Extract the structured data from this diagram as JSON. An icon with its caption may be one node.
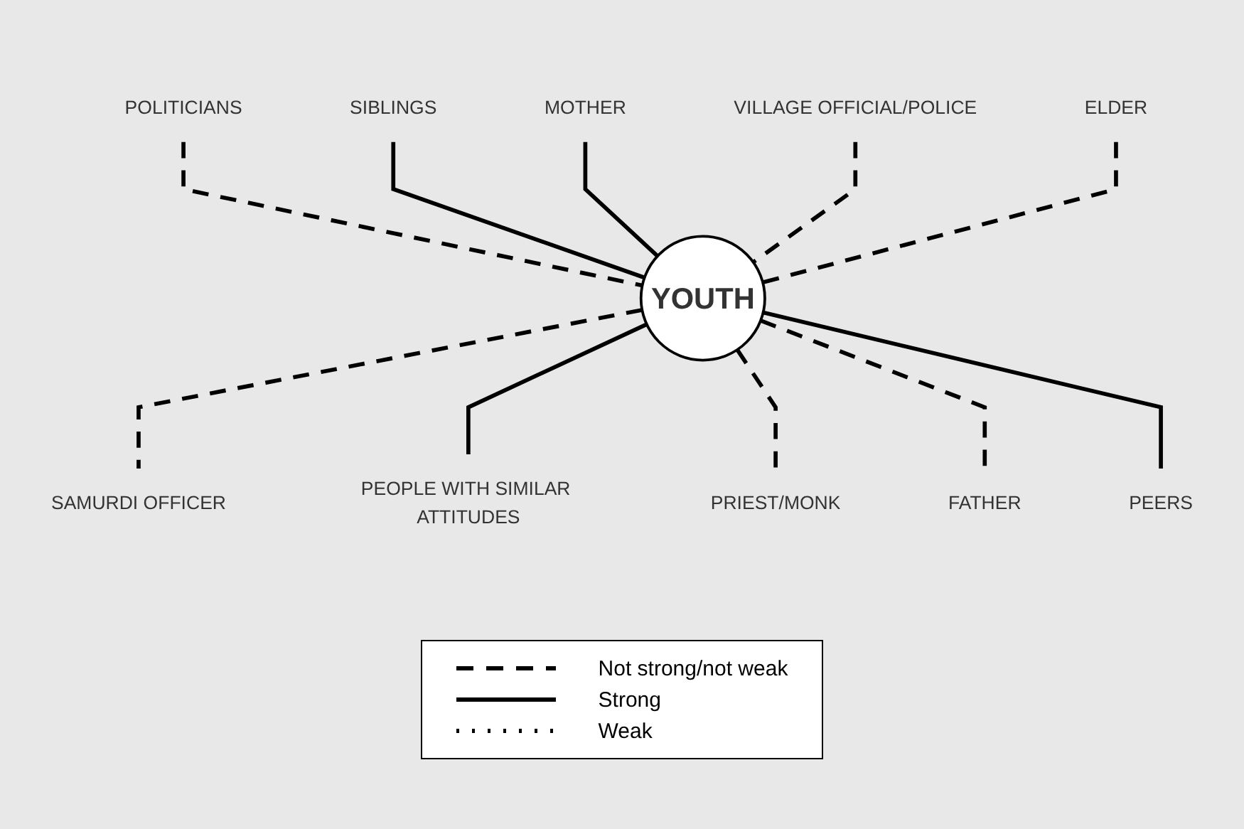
{
  "diagram": {
    "nodes": [
      {
        "text": [
          "YOUTH"
        ]
      },
      {
        "text": [
          "POLITICIANS"
        ]
      },
      {
        "text": [
          "SIBLINGS"
        ]
      },
      {
        "text": [
          "MOTHER"
        ]
      },
      {
        "text": [
          "VILLAGE OFFICIAL/POLICE"
        ]
      },
      {
        "text": [
          "ELDER"
        ]
      },
      {
        "text": [
          "SAMURDI OFFICER"
        ]
      },
      {
        "text": [
          "PEOPLE WITH SIMILAR ATTITUDES"
        ]
      },
      {
        "text": [
          "PRIEST/MONK"
        ]
      },
      {
        "text": [
          "FATHER"
        ]
      },
      {
        "text": [
          "PEERS"
        ]
      }
    ],
    "edges": [
      {
        "from": 0,
        "to": 1,
        "arrow": "none",
        "style": "dashed"
      },
      {
        "from": 0,
        "to": 2,
        "arrow": "none"
      },
      {
        "from": 0,
        "to": 3,
        "arrow": "none"
      },
      {
        "from": 0,
        "to": 4,
        "arrow": "none",
        "style": "dashed"
      },
      {
        "from": 0,
        "to": 5,
        "arrow": "none",
        "style": "dashed"
      },
      {
        "from": 0,
        "to": 6,
        "arrow": "none",
        "style": "dashed"
      },
      {
        "from": 0,
        "to": 7,
        "arrow": "none"
      },
      {
        "from": 0,
        "to": 8,
        "arrow": "none",
        "style": "dashed"
      },
      {
        "from": 0,
        "to": 9,
        "arrow": "none",
        "style": "dashed"
      },
      {
        "from": 0,
        "to": 10,
        "arrow": "none"
      }
    ],
    "legend": [
      {
        "text": "Not strong/not weak"
      },
      {
        "text": "Strong"
      },
      {
        "text": "Weak"
      }
    ]
  }
}
